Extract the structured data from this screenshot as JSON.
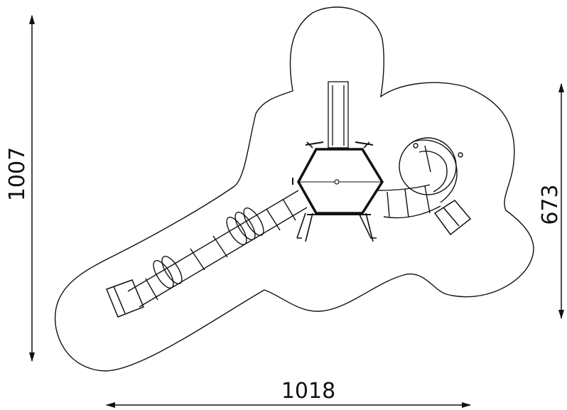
{
  "dimensions": {
    "height_label": "1007",
    "width_label": "1018",
    "side_label": "673"
  },
  "colors": {
    "line": "#111111",
    "background": "#ffffff"
  }
}
